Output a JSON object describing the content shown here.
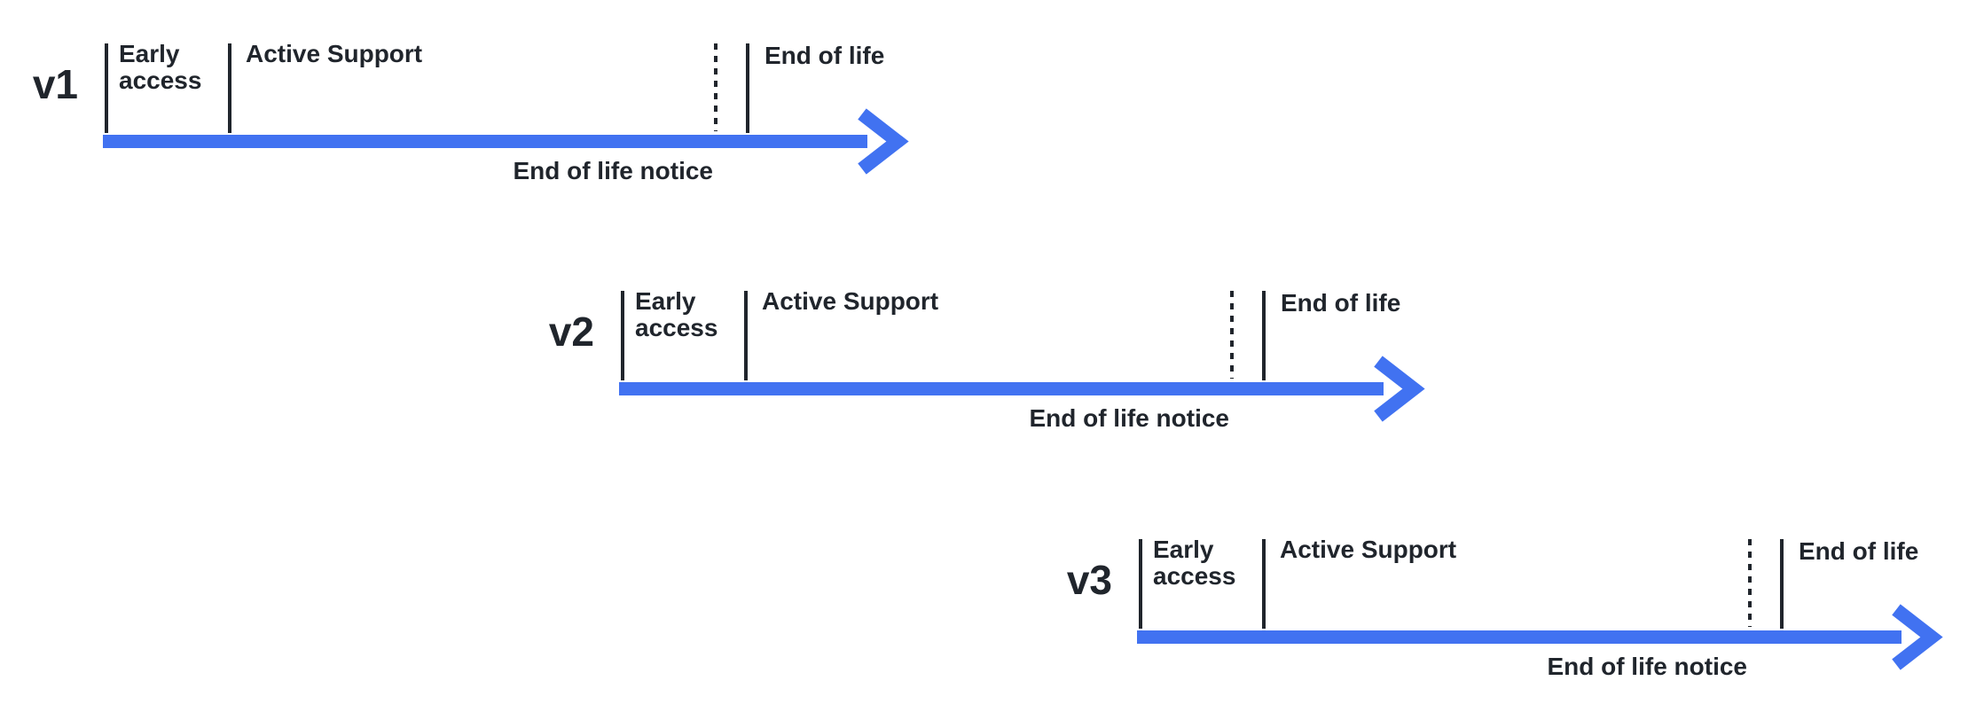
{
  "page": {
    "background_color": "#ffffff"
  },
  "colors": {
    "timeline_blue": "#4172F1",
    "ink": "#20252C"
  },
  "diagram": {
    "description_labels": {
      "early_access": "Early access",
      "active_support": "Active Support",
      "end_of_life": "End of life",
      "end_of_life_notice": "End of life notice"
    }
  },
  "timelines": [
    {
      "version": "v1",
      "early_access_label": "Early access",
      "active_support_label": "Active Support",
      "end_of_life_label": "End of life",
      "end_of_life_notice_label": "End of life notice"
    },
    {
      "version": "v2",
      "early_access_label": "Early access",
      "active_support_label": "Active Support",
      "end_of_life_label": "End of life",
      "end_of_life_notice_label": "End of life notice"
    },
    {
      "version": "v3",
      "early_access_label": "Early access",
      "active_support_label": "Active Support",
      "end_of_life_label": "End of life",
      "end_of_life_notice_label": "End of life notice"
    }
  ]
}
